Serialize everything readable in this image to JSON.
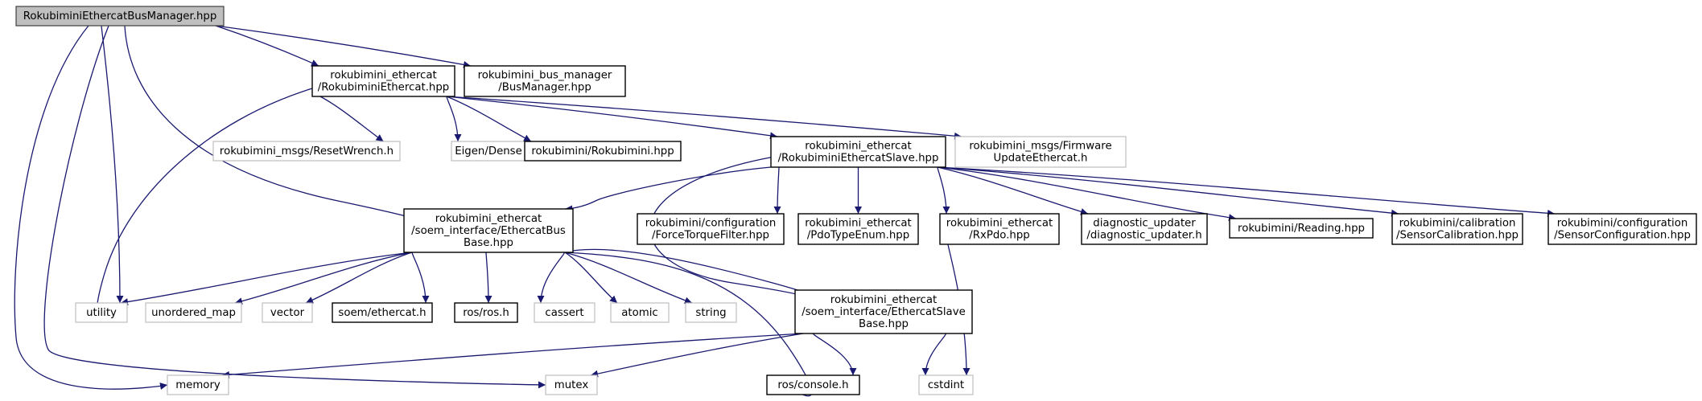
{
  "colors": {
    "edge": "#191970",
    "main_border": "#404040",
    "main_fill": "#bfbfbf",
    "documented_border": "#000000",
    "external_border": "#bfbfbf",
    "text": "#000000"
  },
  "nodes": [
    {
      "id": "main",
      "lines": [
        "RokubiminiEthercatBusManager.hpp"
      ],
      "kind": "main"
    },
    {
      "id": "rethercat",
      "lines": [
        "rokubimini_ethercat",
        "/RokubiminiEthercat.hpp"
      ],
      "kind": "documented"
    },
    {
      "id": "busmanager",
      "lines": [
        "rokubimini_bus_manager",
        "/BusManager.hpp"
      ],
      "kind": "documented"
    },
    {
      "id": "resetwrench",
      "lines": [
        "rokubimini_msgs/ResetWrench.h"
      ],
      "kind": "external"
    },
    {
      "id": "eigen",
      "lines": [
        "Eigen/Dense"
      ],
      "kind": "external"
    },
    {
      "id": "rokubimini",
      "lines": [
        "rokubimini/Rokubimini.hpp"
      ],
      "kind": "documented"
    },
    {
      "id": "slave",
      "lines": [
        "rokubimini_ethercat",
        "/RokubiminiEthercatSlave.hpp"
      ],
      "kind": "documented"
    },
    {
      "id": "firmware",
      "lines": [
        "rokubimini_msgs/Firmware",
        "UpdateEthercat.h"
      ],
      "kind": "external"
    },
    {
      "id": "busbase",
      "lines": [
        "rokubimini_ethercat",
        "/soem_interface/EthercatBus",
        "Base.hpp"
      ],
      "kind": "documented"
    },
    {
      "id": "ftfilter",
      "lines": [
        "rokubimini/configuration",
        "/ForceTorqueFilter.hpp"
      ],
      "kind": "documented"
    },
    {
      "id": "pdotype",
      "lines": [
        "rokubimini_ethercat",
        "/PdoTypeEnum.hpp"
      ],
      "kind": "documented"
    },
    {
      "id": "rxpdo",
      "lines": [
        "rokubimini_ethercat",
        "/RxPdo.hpp"
      ],
      "kind": "documented"
    },
    {
      "id": "diag",
      "lines": [
        "diagnostic_updater",
        "/diagnostic_updater.h"
      ],
      "kind": "documented"
    },
    {
      "id": "reading",
      "lines": [
        "rokubimini/Reading.hpp"
      ],
      "kind": "documented"
    },
    {
      "id": "calib",
      "lines": [
        "rokubimini/calibration",
        "/SensorCalibration.hpp"
      ],
      "kind": "documented"
    },
    {
      "id": "sensorconf",
      "lines": [
        "rokubimini/configuration",
        "/SensorConfiguration.hpp"
      ],
      "kind": "documented"
    },
    {
      "id": "utility",
      "lines": [
        "utility"
      ],
      "kind": "external"
    },
    {
      "id": "unordered_map",
      "lines": [
        "unordered_map"
      ],
      "kind": "external"
    },
    {
      "id": "vector",
      "lines": [
        "vector"
      ],
      "kind": "external"
    },
    {
      "id": "soem",
      "lines": [
        "soem/ethercat.h"
      ],
      "kind": "documented"
    },
    {
      "id": "ros",
      "lines": [
        "ros/ros.h"
      ],
      "kind": "documented"
    },
    {
      "id": "cassert",
      "lines": [
        "cassert"
      ],
      "kind": "external"
    },
    {
      "id": "atomic",
      "lines": [
        "atomic"
      ],
      "kind": "external"
    },
    {
      "id": "string",
      "lines": [
        "string"
      ],
      "kind": "external"
    },
    {
      "id": "slavebase",
      "lines": [
        "rokubimini_ethercat",
        "/soem_interface/EthercatSlave",
        "Base.hpp"
      ],
      "kind": "documented"
    },
    {
      "id": "memory",
      "lines": [
        "memory"
      ],
      "kind": "external"
    },
    {
      "id": "mutex",
      "lines": [
        "mutex"
      ],
      "kind": "external"
    },
    {
      "id": "console",
      "lines": [
        "ros/console.h"
      ],
      "kind": "documented"
    },
    {
      "id": "cstdint",
      "lines": [
        "cstdint"
      ],
      "kind": "external"
    }
  ],
  "edges": [
    {
      "from": "main",
      "to": "rethercat"
    },
    {
      "from": "main",
      "to": "busmanager"
    },
    {
      "from": "main",
      "to": "busbase"
    },
    {
      "from": "main",
      "to": "utility"
    },
    {
      "from": "main",
      "to": "memory"
    },
    {
      "from": "main",
      "to": "mutex"
    },
    {
      "from": "rethercat",
      "to": "resetwrench"
    },
    {
      "from": "rethercat",
      "to": "eigen"
    },
    {
      "from": "rethercat",
      "to": "rokubimini"
    },
    {
      "from": "rethercat",
      "to": "slave"
    },
    {
      "from": "rethercat",
      "to": "firmware"
    },
    {
      "from": "rethercat",
      "to": "utility"
    },
    {
      "from": "slave",
      "to": "busbase"
    },
    {
      "from": "slave",
      "to": "ftfilter"
    },
    {
      "from": "slave",
      "to": "pdotype"
    },
    {
      "from": "slave",
      "to": "rxpdo"
    },
    {
      "from": "slave",
      "to": "diag"
    },
    {
      "from": "slave",
      "to": "reading"
    },
    {
      "from": "slave",
      "to": "calib"
    },
    {
      "from": "slave",
      "to": "sensorconf"
    },
    {
      "from": "slave",
      "to": "slavebase"
    },
    {
      "from": "busbase",
      "to": "utility"
    },
    {
      "from": "busbase",
      "to": "unordered_map"
    },
    {
      "from": "busbase",
      "to": "vector"
    },
    {
      "from": "busbase",
      "to": "soem"
    },
    {
      "from": "busbase",
      "to": "ros"
    },
    {
      "from": "busbase",
      "to": "cassert"
    },
    {
      "from": "busbase",
      "to": "atomic"
    },
    {
      "from": "busbase",
      "to": "string"
    },
    {
      "from": "busbase",
      "to": "slavebase"
    },
    {
      "from": "busbase",
      "to": "console"
    },
    {
      "from": "rxpdo",
      "to": "cstdint"
    },
    {
      "from": "slavebase",
      "to": "memory"
    },
    {
      "from": "slavebase",
      "to": "mutex"
    },
    {
      "from": "slavebase",
      "to": "console"
    },
    {
      "from": "slavebase",
      "to": "cstdint"
    }
  ]
}
